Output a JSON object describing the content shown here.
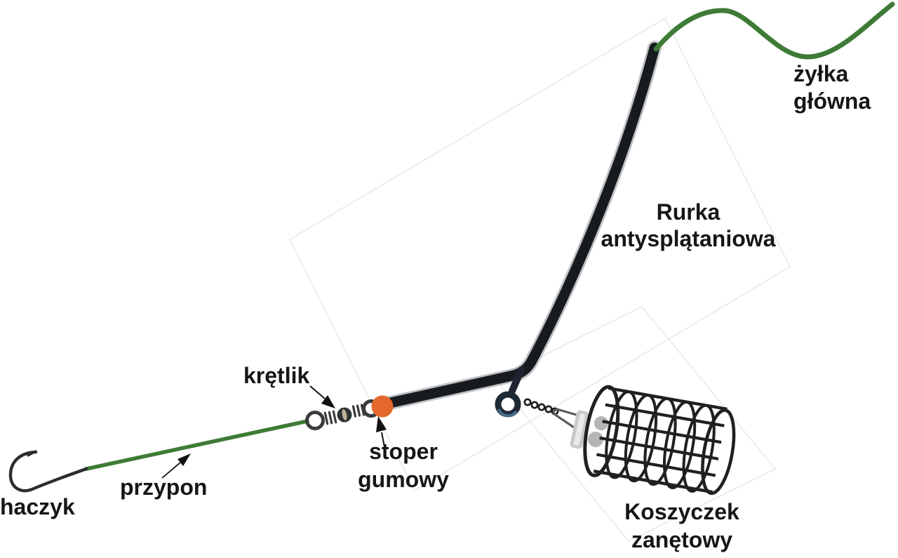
{
  "diagram": {
    "description": "feeder-fishing-rig-diagram",
    "labels": {
      "main_line": {
        "line1": "żyłka",
        "line2": "główna"
      },
      "anti_tangle_tube": {
        "line1": "Rurka",
        "line2": "antysplątaniowa"
      },
      "swivel": {
        "text": "krętlik"
      },
      "rubber_stopper": {
        "line1": "stoper",
        "line2": "gumowy"
      },
      "leader": {
        "text": "przypon"
      },
      "hook": {
        "text": "haczyk"
      },
      "feeder_basket": {
        "line1": "Koszyczek",
        "line2": "zanętowy"
      }
    },
    "colors": {
      "line_green": "#3e7b36",
      "stopper_orange": "#e4682c",
      "tube_dark": "#171b20",
      "metal_gray": "#3a3c3e",
      "wire_dark": "#202020",
      "label_text": "#161616",
      "photo_edge": "#ededed"
    }
  }
}
